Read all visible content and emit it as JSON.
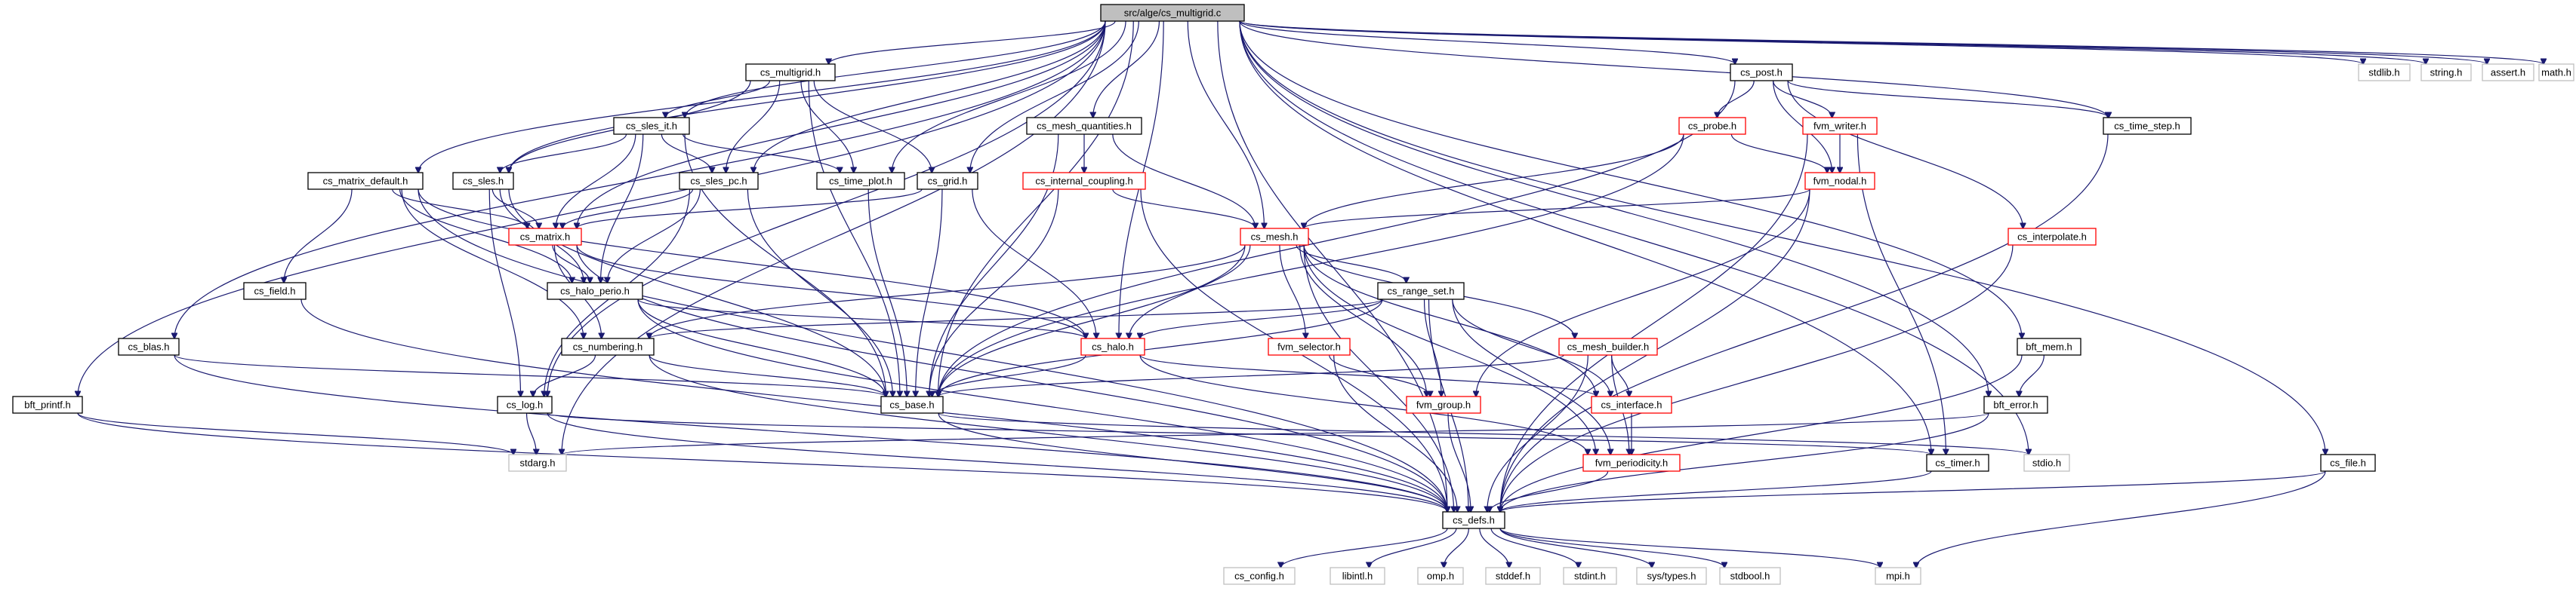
{
  "graph": {
    "colors": {
      "edge": "#191970",
      "normal_border": "#000000",
      "truncated_border": "#ff0000",
      "system_border": "#bfbfbf",
      "root_fill": "#bfbfbf"
    },
    "nodes": [
      {
        "id": "root",
        "label": "src/alge/cs_multigrid.c",
        "kind": "root"
      },
      {
        "id": "cs_multigrid_h",
        "label": "cs_multigrid.h",
        "kind": "normal"
      },
      {
        "id": "cs_sles_it_h",
        "label": "cs_sles_it.h",
        "kind": "normal"
      },
      {
        "id": "cs_sles_h",
        "label": "cs_sles.h",
        "kind": "normal"
      },
      {
        "id": "cs_sles_pc_h",
        "label": "cs_sles_pc.h",
        "kind": "normal"
      },
      {
        "id": "cs_time_plot_h",
        "label": "cs_time_plot.h",
        "kind": "normal"
      },
      {
        "id": "cs_grid_h",
        "label": "cs_grid.h",
        "kind": "normal"
      },
      {
        "id": "cs_matrix_default_h",
        "label": "cs_matrix_default.h",
        "kind": "normal"
      },
      {
        "id": "cs_matrix_h",
        "label": "cs_matrix.h",
        "kind": "truncated"
      },
      {
        "id": "cs_halo_perio_h",
        "label": "cs_halo_perio.h",
        "kind": "normal"
      },
      {
        "id": "cs_field_h",
        "label": "cs_field.h",
        "kind": "normal"
      },
      {
        "id": "cs_blas_h",
        "label": "cs_blas.h",
        "kind": "normal"
      },
      {
        "id": "cs_numbering_h",
        "label": "cs_numbering.h",
        "kind": "normal"
      },
      {
        "id": "bft_printf_h",
        "label": "bft_printf.h",
        "kind": "normal"
      },
      {
        "id": "cs_log_h",
        "label": "cs_log.h",
        "kind": "normal"
      },
      {
        "id": "stdarg_h",
        "label": "stdarg.h",
        "kind": "system"
      },
      {
        "id": "cs_mesh_quantities_h",
        "label": "cs_mesh_quantities.h",
        "kind": "normal"
      },
      {
        "id": "cs_internal_coupling_h",
        "label": "cs_internal_coupling.h",
        "kind": "truncated"
      },
      {
        "id": "cs_mesh_h",
        "label": "cs_mesh.h",
        "kind": "truncated"
      },
      {
        "id": "cs_range_set_h",
        "label": "cs_range_set.h",
        "kind": "normal"
      },
      {
        "id": "cs_halo_h",
        "label": "cs_halo.h",
        "kind": "truncated"
      },
      {
        "id": "fvm_selector_h",
        "label": "fvm_selector.h",
        "kind": "truncated"
      },
      {
        "id": "cs_mesh_builder_h",
        "label": "cs_mesh_builder.h",
        "kind": "truncated"
      },
      {
        "id": "cs_base_h",
        "label": "cs_base.h",
        "kind": "normal"
      },
      {
        "id": "fvm_group_h",
        "label": "fvm_group.h",
        "kind": "truncated"
      },
      {
        "id": "cs_interface_h",
        "label": "cs_interface.h",
        "kind": "truncated"
      },
      {
        "id": "fvm_periodicity_h",
        "label": "fvm_periodicity.h",
        "kind": "truncated"
      },
      {
        "id": "cs_post_h",
        "label": "cs_post.h",
        "kind": "normal"
      },
      {
        "id": "cs_probe_h",
        "label": "cs_probe.h",
        "kind": "truncated"
      },
      {
        "id": "fvm_writer_h",
        "label": "fvm_writer.h",
        "kind": "truncated"
      },
      {
        "id": "fvm_nodal_h",
        "label": "fvm_nodal.h",
        "kind": "truncated"
      },
      {
        "id": "cs_interpolate_h",
        "label": "cs_interpolate.h",
        "kind": "truncated"
      },
      {
        "id": "cs_time_step_h",
        "label": "cs_time_step.h",
        "kind": "normal"
      },
      {
        "id": "bft_mem_h",
        "label": "bft_mem.h",
        "kind": "normal"
      },
      {
        "id": "bft_error_h",
        "label": "bft_error.h",
        "kind": "normal"
      },
      {
        "id": "cs_timer_h",
        "label": "cs_timer.h",
        "kind": "normal"
      },
      {
        "id": "stdio_h",
        "label": "stdio.h",
        "kind": "system"
      },
      {
        "id": "cs_file_h",
        "label": "cs_file.h",
        "kind": "normal"
      },
      {
        "id": "stdlib_h",
        "label": "stdlib.h",
        "kind": "system"
      },
      {
        "id": "string_h",
        "label": "string.h",
        "kind": "system"
      },
      {
        "id": "assert_h",
        "label": "assert.h",
        "kind": "system"
      },
      {
        "id": "math_h",
        "label": "math.h",
        "kind": "system"
      },
      {
        "id": "cs_defs_h",
        "label": "cs_defs.h",
        "kind": "normal"
      },
      {
        "id": "cs_config_h",
        "label": "cs_config.h",
        "kind": "system"
      },
      {
        "id": "libintl_h",
        "label": "libintl.h",
        "kind": "system"
      },
      {
        "id": "omp_h",
        "label": "omp.h",
        "kind": "system"
      },
      {
        "id": "stddef_h",
        "label": "stddef.h",
        "kind": "system"
      },
      {
        "id": "stdint_h",
        "label": "stdint.h",
        "kind": "system"
      },
      {
        "id": "sys_types_h",
        "label": "sys/types.h",
        "kind": "system"
      },
      {
        "id": "stdbool_h",
        "label": "stdbool.h",
        "kind": "system"
      },
      {
        "id": "mpi_h",
        "label": "mpi.h",
        "kind": "system"
      }
    ],
    "edges": [
      [
        "root",
        "cs_multigrid_h"
      ],
      [
        "root",
        "cs_sles_it_h"
      ],
      [
        "root",
        "cs_sles_h"
      ],
      [
        "root",
        "cs_sles_pc_h"
      ],
      [
        "root",
        "cs_time_plot_h"
      ],
      [
        "root",
        "cs_grid_h"
      ],
      [
        "root",
        "cs_matrix_default_h"
      ],
      [
        "root",
        "cs_matrix_h"
      ],
      [
        "root",
        "cs_blas_h"
      ],
      [
        "root",
        "bft_printf_h"
      ],
      [
        "root",
        "cs_log_h"
      ],
      [
        "root",
        "stdarg_h"
      ],
      [
        "root",
        "cs_mesh_quantities_h"
      ],
      [
        "root",
        "cs_mesh_h"
      ],
      [
        "root",
        "cs_halo_h"
      ],
      [
        "root",
        "cs_base_h"
      ],
      [
        "root",
        "cs_post_h"
      ],
      [
        "root",
        "cs_time_step_h"
      ],
      [
        "root",
        "bft_mem_h"
      ],
      [
        "root",
        "bft_error_h"
      ],
      [
        "root",
        "cs_timer_h"
      ],
      [
        "root",
        "stdio_h"
      ],
      [
        "root",
        "cs_file_h"
      ],
      [
        "root",
        "stdlib_h"
      ],
      [
        "root",
        "string_h"
      ],
      [
        "root",
        "assert_h"
      ],
      [
        "root",
        "math_h"
      ],
      [
        "root",
        "cs_defs_h"
      ],
      [
        "cs_multigrid_h",
        "cs_sles_it_h"
      ],
      [
        "cs_multigrid_h",
        "cs_sles_h"
      ],
      [
        "cs_multigrid_h",
        "cs_sles_pc_h"
      ],
      [
        "cs_multigrid_h",
        "cs_time_plot_h"
      ],
      [
        "cs_multigrid_h",
        "cs_grid_h"
      ],
      [
        "cs_multigrid_h",
        "cs_base_h"
      ],
      [
        "cs_sles_it_h",
        "cs_sles_h"
      ],
      [
        "cs_sles_it_h",
        "cs_sles_pc_h"
      ],
      [
        "cs_sles_it_h",
        "cs_time_plot_h"
      ],
      [
        "cs_sles_it_h",
        "cs_matrix_h"
      ],
      [
        "cs_sles_it_h",
        "cs_halo_perio_h"
      ],
      [
        "cs_sles_it_h",
        "cs_base_h"
      ],
      [
        "cs_sles_h",
        "cs_matrix_h"
      ],
      [
        "cs_sles_h",
        "cs_halo_perio_h"
      ],
      [
        "cs_sles_h",
        "cs_log_h"
      ],
      [
        "cs_sles_h",
        "cs_base_h"
      ],
      [
        "cs_sles_pc_h",
        "cs_matrix_h"
      ],
      [
        "cs_sles_pc_h",
        "cs_halo_perio_h"
      ],
      [
        "cs_sles_pc_h",
        "cs_log_h"
      ],
      [
        "cs_sles_pc_h",
        "cs_base_h"
      ],
      [
        "cs_time_plot_h",
        "cs_base_h"
      ],
      [
        "cs_grid_h",
        "cs_matrix_h"
      ],
      [
        "cs_grid_h",
        "cs_halo_h"
      ],
      [
        "cs_grid_h",
        "cs_base_h"
      ],
      [
        "cs_matrix_default_h",
        "cs_matrix_h"
      ],
      [
        "cs_matrix_default_h",
        "cs_field_h"
      ],
      [
        "cs_matrix_default_h",
        "cs_halo_perio_h"
      ],
      [
        "cs_matrix_default_h",
        "cs_numbering_h"
      ],
      [
        "cs_matrix_default_h",
        "cs_halo_h"
      ],
      [
        "cs_matrix_default_h",
        "cs_defs_h"
      ],
      [
        "cs_matrix_h",
        "cs_halo_perio_h"
      ],
      [
        "cs_matrix_h",
        "cs_numbering_h"
      ],
      [
        "cs_matrix_h",
        "cs_halo_h"
      ],
      [
        "cs_matrix_h",
        "cs_defs_h"
      ],
      [
        "cs_halo_perio_h",
        "cs_halo_h"
      ],
      [
        "cs_halo_perio_h",
        "cs_base_h"
      ],
      [
        "cs_halo_perio_h",
        "cs_defs_h"
      ],
      [
        "cs_field_h",
        "cs_defs_h"
      ],
      [
        "cs_blas_h",
        "cs_base_h"
      ],
      [
        "cs_blas_h",
        "cs_defs_h"
      ],
      [
        "cs_numbering_h",
        "cs_log_h"
      ],
      [
        "cs_numbering_h",
        "cs_base_h"
      ],
      [
        "cs_numbering_h",
        "cs_defs_h"
      ],
      [
        "bft_printf_h",
        "stdarg_h"
      ],
      [
        "bft_printf_h",
        "cs_defs_h"
      ],
      [
        "cs_log_h",
        "stdarg_h"
      ],
      [
        "cs_log_h",
        "cs_timer_h"
      ],
      [
        "cs_log_h",
        "cs_defs_h"
      ],
      [
        "cs_mesh_quantities_h",
        "cs_internal_coupling_h"
      ],
      [
        "cs_mesh_quantities_h",
        "cs_mesh_h"
      ],
      [
        "cs_mesh_quantities_h",
        "cs_base_h"
      ],
      [
        "cs_internal_coupling_h",
        "cs_mesh_h"
      ],
      [
        "cs_internal_coupling_h",
        "cs_base_h"
      ],
      [
        "cs_internal_coupling_h",
        "cs_defs_h"
      ],
      [
        "cs_mesh_h",
        "cs_range_set_h"
      ],
      [
        "cs_mesh_h",
        "cs_halo_h"
      ],
      [
        "cs_mesh_h",
        "fvm_selector_h"
      ],
      [
        "cs_mesh_h",
        "cs_mesh_builder_h"
      ],
      [
        "cs_mesh_h",
        "cs_base_h"
      ],
      [
        "cs_mesh_h",
        "fvm_group_h"
      ],
      [
        "cs_mesh_h",
        "cs_interface_h"
      ],
      [
        "cs_mesh_h",
        "fvm_periodicity_h"
      ],
      [
        "cs_mesh_h",
        "cs_numbering_h"
      ],
      [
        "cs_mesh_h",
        "cs_defs_h"
      ],
      [
        "cs_range_set_h",
        "cs_halo_h"
      ],
      [
        "cs_range_set_h",
        "cs_numbering_h"
      ],
      [
        "cs_range_set_h",
        "cs_base_h"
      ],
      [
        "cs_range_set_h",
        "fvm_group_h"
      ],
      [
        "cs_range_set_h",
        "cs_interface_h"
      ],
      [
        "cs_range_set_h",
        "fvm_periodicity_h"
      ],
      [
        "cs_range_set_h",
        "cs_defs_h"
      ],
      [
        "cs_halo_h",
        "cs_base_h"
      ],
      [
        "cs_halo_h",
        "cs_interface_h"
      ],
      [
        "cs_halo_h",
        "fvm_periodicity_h"
      ],
      [
        "fvm_selector_h",
        "fvm_group_h"
      ],
      [
        "fvm_selector_h",
        "cs_defs_h"
      ],
      [
        "cs_mesh_builder_h",
        "cs_base_h"
      ],
      [
        "cs_mesh_builder_h",
        "cs_interface_h"
      ],
      [
        "cs_mesh_builder_h",
        "fvm_periodicity_h"
      ],
      [
        "cs_mesh_builder_h",
        "cs_defs_h"
      ],
      [
        "cs_base_h",
        "stdio_h"
      ],
      [
        "cs_base_h",
        "cs_defs_h"
      ],
      [
        "fvm_group_h",
        "cs_defs_h"
      ],
      [
        "cs_interface_h",
        "fvm_periodicity_h"
      ],
      [
        "fvm_periodicity_h",
        "cs_defs_h"
      ],
      [
        "cs_post_h",
        "cs_probe_h"
      ],
      [
        "cs_post_h",
        "fvm_writer_h"
      ],
      [
        "cs_post_h",
        "fvm_nodal_h"
      ],
      [
        "cs_post_h",
        "cs_interpolate_h"
      ],
      [
        "cs_post_h",
        "cs_time_step_h"
      ],
      [
        "cs_post_h",
        "cs_base_h"
      ],
      [
        "cs_probe_h",
        "fvm_nodal_h"
      ],
      [
        "cs_probe_h",
        "cs_mesh_h"
      ],
      [
        "cs_probe_h",
        "cs_base_h"
      ],
      [
        "fvm_writer_h",
        "fvm_nodal_h"
      ],
      [
        "fvm_writer_h",
        "cs_timer_h"
      ],
      [
        "fvm_writer_h",
        "cs_defs_h"
      ],
      [
        "fvm_nodal_h",
        "cs_mesh_h"
      ],
      [
        "fvm_nodal_h",
        "fvm_group_h"
      ],
      [
        "fvm_nodal_h",
        "cs_defs_h"
      ],
      [
        "cs_interpolate_h",
        "cs_defs_h"
      ],
      [
        "cs_time_step_h",
        "cs_defs_h"
      ],
      [
        "bft_mem_h",
        "bft_error_h"
      ],
      [
        "bft_mem_h",
        "cs_defs_h"
      ],
      [
        "bft_error_h",
        "stdarg_h"
      ],
      [
        "bft_error_h",
        "cs_defs_h"
      ],
      [
        "cs_timer_h",
        "cs_defs_h"
      ],
      [
        "cs_file_h",
        "cs_defs_h"
      ],
      [
        "cs_file_h",
        "mpi_h"
      ],
      [
        "cs_defs_h",
        "cs_config_h"
      ],
      [
        "cs_defs_h",
        "libintl_h"
      ],
      [
        "cs_defs_h",
        "omp_h"
      ],
      [
        "cs_defs_h",
        "stddef_h"
      ],
      [
        "cs_defs_h",
        "stdint_h"
      ],
      [
        "cs_defs_h",
        "sys_types_h"
      ],
      [
        "cs_defs_h",
        "stdbool_h"
      ],
      [
        "cs_defs_h",
        "mpi_h"
      ]
    ]
  }
}
